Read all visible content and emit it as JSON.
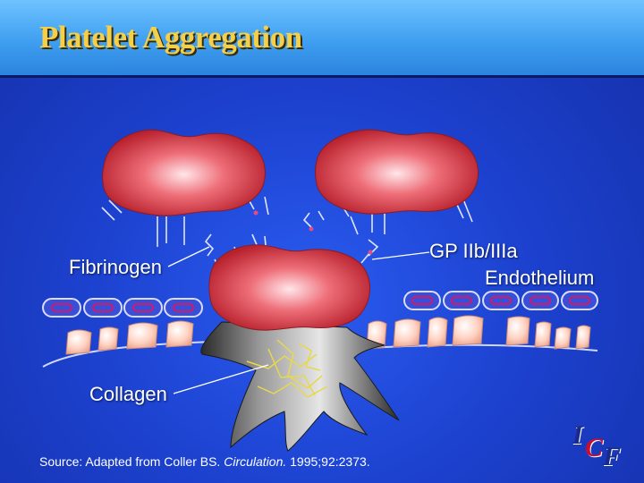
{
  "title": "Platelet Aggregation",
  "labels": {
    "fibrinogen": "Fibrinogen",
    "gp": "GP IIb/IIIa",
    "endothelium": "Endothelium",
    "collagen": "Collagen"
  },
  "source": {
    "prefix": "Source: Adapted from Coller BS. ",
    "journal": "Circulation.",
    "suffix": " 1995;92:2373."
  },
  "logo": {
    "letter_i": "I",
    "letter_c": "C",
    "letter_f": "F"
  },
  "colors": {
    "background": "#1d42d0",
    "title": "#f3cf4a",
    "platelet": "#e0505a",
    "collagen": "#808080",
    "collagen_fibers": "#e8d84a",
    "cells": "#ffd0c0",
    "logo_i": "#1a2a8a",
    "logo_c": "#c8102e",
    "logo_f": "#1a2a8a"
  }
}
